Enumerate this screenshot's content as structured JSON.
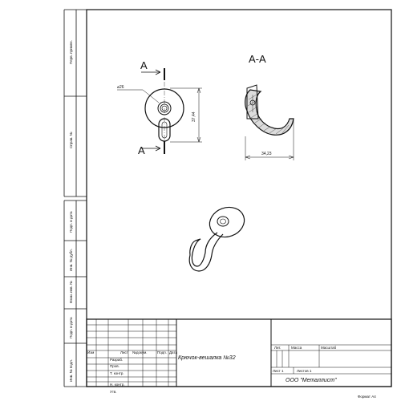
{
  "views": {
    "section_left_label": "A",
    "section_title": "A-A"
  },
  "dimensions": {
    "diameter": "⌀26",
    "height": "37,44",
    "width": "34,23"
  },
  "left_strip": {
    "labels": [
      "Перв. примен.",
      "Справ. №",
      "Подп. и дата",
      "Инв. № дубл.",
      "Взам. инв. №",
      "Подп. и дата",
      "Инв. № подл."
    ]
  },
  "title_block": {
    "change_cols": [
      "Изм",
      "Лист",
      "№докум.",
      "Подп.",
      "Дата"
    ],
    "roles": [
      "Разраб.",
      "Пров.",
      "Т. контр.",
      "Н. контр.",
      "Утв."
    ],
    "title": "Крючок-вешалка №32",
    "lit": "Лит.",
    "mass": "Масса",
    "scale": "Масштаб",
    "sheet": "Лист 1",
    "sheets": "Листов 1",
    "org": "ООО \"Металлист\"",
    "format": "Формат А4"
  }
}
